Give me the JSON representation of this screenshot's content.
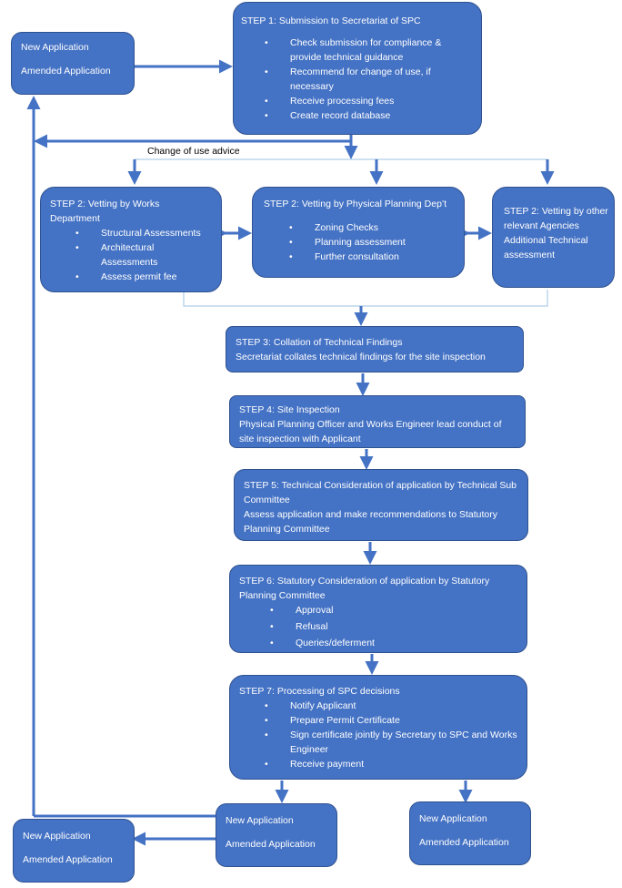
{
  "app_top": {
    "line1": "New Application",
    "line2": "Amended Application"
  },
  "step1": {
    "title": "STEP 1: Submission to Secretariat of SPC",
    "items": [
      "Check submission for compliance & provide technical guidance",
      "Recommend for change of use, if necessary",
      "Receive processing fees",
      "Create record database"
    ]
  },
  "change_of_use_label": "Change of use advice",
  "step2_works": {
    "title": "STEP 2: Vetting by Works Department",
    "items": [
      "Structural Assessments",
      "Architectural Assessments",
      "Assess permit fee"
    ]
  },
  "step2_ppd": {
    "title": "STEP 2: Vetting by Physical Planning Dep’t",
    "items": [
      "Zoning Checks",
      "Planning assessment",
      "Further consultation"
    ]
  },
  "step2_other": {
    "title": "STEP 2: Vetting by other relevant Agencies",
    "line2": "Additional Technical assessment"
  },
  "step3": {
    "title": "STEP 3: Collation of Technical Findings",
    "line2": "Secretariat collates technical findings for the site inspection"
  },
  "step4": {
    "title": "STEP 4: Site Inspection",
    "line2": "Physical Planning Officer and Works Engineer lead conduct of site inspection with Applicant"
  },
  "step5": {
    "title": "STEP 5: Technical Consideration of application by Technical Sub Committee",
    "line2": "Assess application and make recommendations to Statutory Planning Committee"
  },
  "step6": {
    "title": "STEP 6: Statutory Consideration of application by Statutory Planning Committee",
    "items": [
      "Approval",
      "Refusal",
      "Queries/deferment"
    ]
  },
  "step7": {
    "title": "STEP 7: Processing of SPC decisions",
    "items": [
      "Notify Applicant",
      "Prepare Permit Certificate",
      "Sign certificate jointly by Secretary to SPC and Works Engineer",
      "Receive payment"
    ]
  },
  "app_bottom_left": {
    "line1": "New Application",
    "line2": "Amended Application"
  },
  "app_bottom_mid": {
    "line1": "New Application",
    "line2": "Amended Application"
  },
  "app_bottom_right": {
    "line1": "New Application",
    "line2": "Amended Application"
  },
  "colors": {
    "box_fill": "#4472c4",
    "box_border": "#2f528f",
    "connector": "#4472c4",
    "thin_line": "#9dc3e6"
  }
}
